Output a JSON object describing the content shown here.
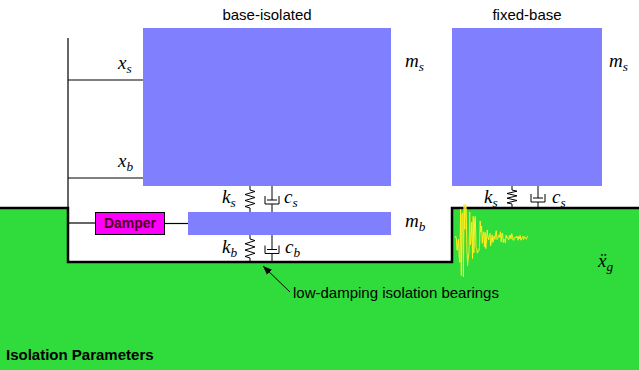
{
  "diagram": {
    "nodes": [
      {
        "text": [
          "base-isolated",
          "ms"
        ]
      },
      {
        "text": [
          "mb"
        ]
      },
      {
        "text": [
          "fixed-base",
          "ms"
        ]
      },
      {
        "text": [
          "Damper"
        ]
      }
    ],
    "edges": [
      {
        "from": 3,
        "to": 1,
        "arrow": "none"
      }
    ],
    "labels": [
      "xs",
      "xb",
      "ks",
      "cs",
      "ks",
      "cs",
      "kb",
      "cb",
      "ẍg",
      "low-damping isolation bearings",
      "Isolation Parameters"
    ]
  }
}
